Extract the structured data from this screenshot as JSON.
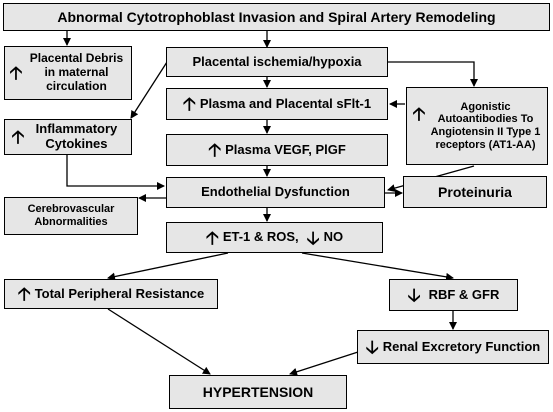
{
  "title": "Abnormal Cytotrophoblast Invasion and Spiral Artery Remodeling",
  "nodes": {
    "placental_debris": {
      "arrow": "up",
      "text": "Placental Debris in maternal circulation"
    },
    "ischemia": {
      "text": "Placental ischemia/hypoxia"
    },
    "sflt1": {
      "arrow": "up",
      "text": "Plasma and Placental sFlt-1"
    },
    "agonistic": {
      "arrow": "up",
      "text": "Agonistic Autoantibodies To Angiotensin II Type 1 receptors (AT1-AA)"
    },
    "inflammatory": {
      "arrow": "up",
      "text": "Inflammatory Cytokines"
    },
    "vegf": {
      "arrow": "up",
      "text": "Plasma VEGF, PlGF"
    },
    "endothelial": {
      "text": "Endothelial Dysfunction"
    },
    "proteinuria": {
      "text": "Proteinuria"
    },
    "cerebrovascular": {
      "text": "Cerebrovascular Abnormalities"
    },
    "et1": {
      "arrow_up": "up",
      "text_a": "ET-1 & ROS,",
      "arrow_down": "down",
      "text_b": "NO"
    },
    "tpr": {
      "arrow": "up",
      "text": "Total Peripheral Resistance"
    },
    "rbf": {
      "arrow": "down",
      "text": "RBF & GFR"
    },
    "renal": {
      "arrow": "down",
      "text": "Renal Excretory Function"
    },
    "hypertension": {
      "text": "HYPERTENSION"
    }
  },
  "colors": {
    "box_fill": "#e6e6e6",
    "border": "#000000",
    "line": "#000000"
  }
}
